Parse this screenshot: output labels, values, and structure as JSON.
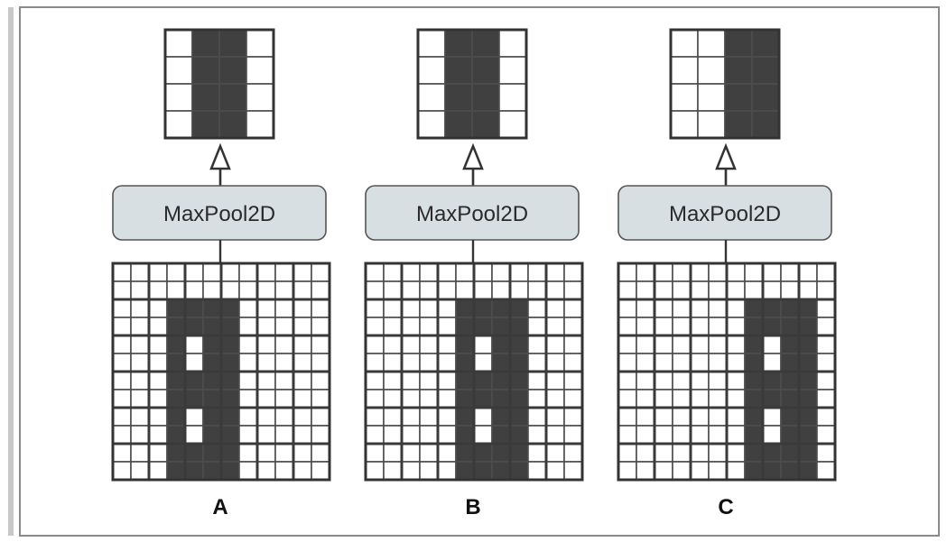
{
  "colors": {
    "background": "#ffffff",
    "frame": "#8a8a8a",
    "dark_cell": "#404040",
    "light_cell": "#ffffff",
    "layer_fill": "#d8dfe2"
  },
  "panels": [
    {
      "label": "A",
      "layer_label": "MaxPool2D",
      "input_grid": [
        "000000000000",
        "000000000000",
        "000111100000",
        "000111100000",
        "000101100000",
        "000101100000",
        "000111100000",
        "000111100000",
        "000101100000",
        "000101100000",
        "000111100000",
        "000111100000"
      ],
      "output_grid": [
        "0110",
        "0110",
        "0110",
        "0110"
      ]
    },
    {
      "label": "B",
      "layer_label": "MaxPool2D",
      "input_grid": [
        "000000000000",
        "000000000000",
        "000001111000",
        "000001111000",
        "000001011000",
        "000001011000",
        "000001111000",
        "000001111000",
        "000001011000",
        "000001011000",
        "000001111000",
        "000001111000"
      ],
      "output_grid": [
        "0110",
        "0110",
        "0110",
        "0110"
      ]
    },
    {
      "label": "C",
      "layer_label": "MaxPool2D",
      "input_grid": [
        "000000000000",
        "000000000000",
        "000000011110",
        "000000011110",
        "000000010110",
        "000000010110",
        "000000011110",
        "000000011110",
        "000000010110",
        "000000010110",
        "000000011110",
        "000000011110"
      ],
      "output_grid": [
        "0011",
        "0011",
        "0011",
        "0011"
      ]
    }
  ]
}
